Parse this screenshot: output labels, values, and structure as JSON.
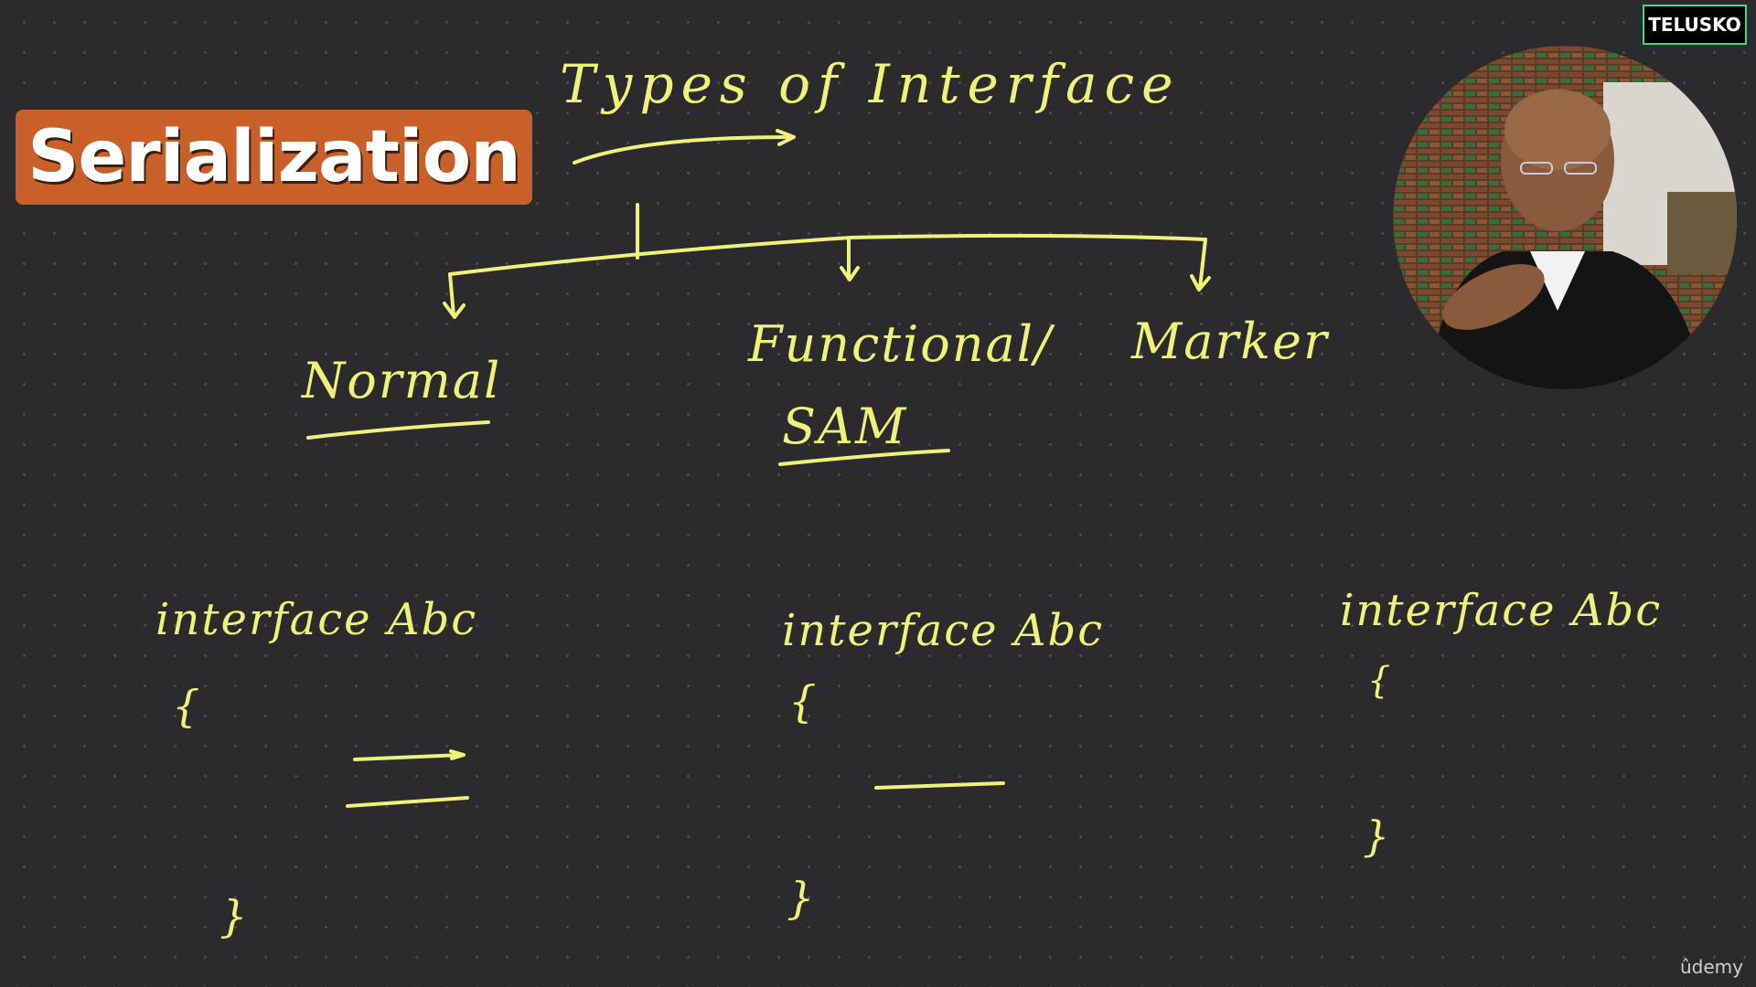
{
  "board": {
    "heading": "Types of Interface",
    "types": [
      {
        "label": "Normal"
      },
      {
        "label": "Functional/",
        "sub": "SAM"
      },
      {
        "label": "Marker"
      }
    ],
    "examples": [
      {
        "decl": "interface Abc",
        "open": "{",
        "close": "}"
      },
      {
        "decl": "interface Abc",
        "open": "{",
        "close": "}"
      },
      {
        "decl": "interface Abc",
        "open": "{",
        "close": "}"
      }
    ]
  },
  "overlay": {
    "title": "Serialization",
    "brand": "TELUSKO",
    "platform": "ûdemy"
  },
  "colors": {
    "ink": "#eef27a",
    "badge": "#c9602a",
    "background": "#2b2b2d",
    "brand_border": "#3ddc84"
  }
}
